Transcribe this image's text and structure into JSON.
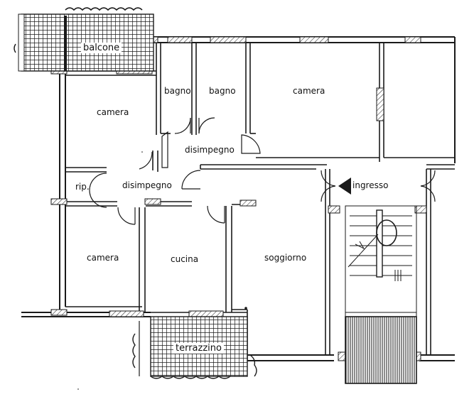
{
  "rooms": {
    "balcone": "balcone",
    "bagno_1": "bagno",
    "bagno_2": "bagno",
    "camera_top_right": "camera",
    "camera_top_left": "camera",
    "disimpegno_upper": "disimpegno",
    "rip": "rip.",
    "disimpegno_lower": "disimpegno",
    "ingresso": "ingresso",
    "camera_bottom_left": "camera",
    "cucina": "cucina",
    "soggiorno": "soggiorno",
    "terrazzino": "terrazzino"
  },
  "colors": {
    "wall": "#1a1a1a",
    "hatch": "#222222",
    "background": "#ffffff"
  }
}
